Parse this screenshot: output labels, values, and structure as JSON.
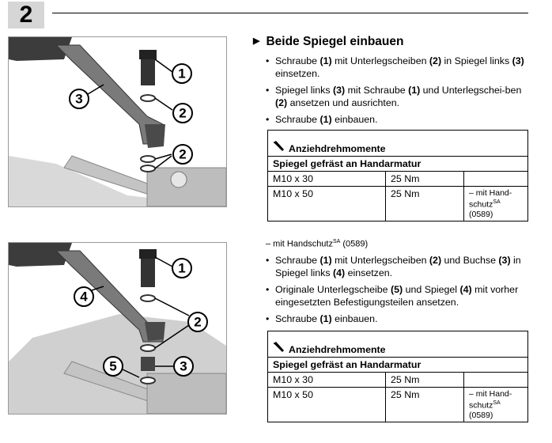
{
  "step": "2",
  "section": {
    "title": "Beide Spiegel einbauen"
  },
  "figure1": {
    "callouts": [
      "1",
      "2",
      "3",
      "2"
    ]
  },
  "figure2": {
    "callouts": [
      "1",
      "4",
      "2",
      "3",
      "5"
    ]
  },
  "block1": {
    "steps": [
      [
        "Schraube ",
        "(1)",
        " mit Unterlegscheiben ",
        "(2)",
        " in Spiegel links ",
        "(3)",
        " einsetzen."
      ],
      [
        "Spiegel links ",
        "(3)",
        " mit Schraube ",
        "(1)",
        " und Unterlegschei-ben ",
        "(2)",
        " ansetzen und ausrichten."
      ],
      [
        "Schraube ",
        "(1)",
        " einbauen."
      ]
    ],
    "table": {
      "title": "Anziehdrehmomente",
      "subtitle": "Spiegel gefräst an Handarmatur",
      "rows": [
        {
          "size": "M10 x 30",
          "torque": "25 Nm",
          "note": ""
        },
        {
          "size": "M10 x 50",
          "torque": "25 Nm",
          "note": "– mit Hand-schutz",
          "note_sup": "SA",
          "note_code": "(0589)"
        }
      ]
    }
  },
  "block2": {
    "note": "– mit Handschutz",
    "note_sup": "SA",
    "note_code": "(0589)",
    "steps": [
      [
        "Schraube ",
        "(1)",
        " mit Unterlegscheiben ",
        "(2)",
        " und Buchse ",
        "(3)",
        " in Spiegel links ",
        "(4)",
        " einsetzen."
      ],
      [
        "Originale Unterlegscheibe ",
        "(5)",
        " und Spiegel ",
        "(4)",
        " mit vorher eingesetzten Befestigungsteilen ansetzen."
      ],
      [
        "Schraube ",
        "(1)",
        " einbauen."
      ]
    ],
    "table": {
      "title": "Anziehdrehmomente",
      "subtitle": "Spiegel gefräst an Handarmatur",
      "rows": [
        {
          "size": "M10 x 30",
          "torque": "25 Nm",
          "note": ""
        },
        {
          "size": "M10 x 50",
          "torque": "25 Nm",
          "note": "– mit Hand-schutz",
          "note_sup": "SA",
          "note_code": "(0589)"
        }
      ]
    }
  }
}
